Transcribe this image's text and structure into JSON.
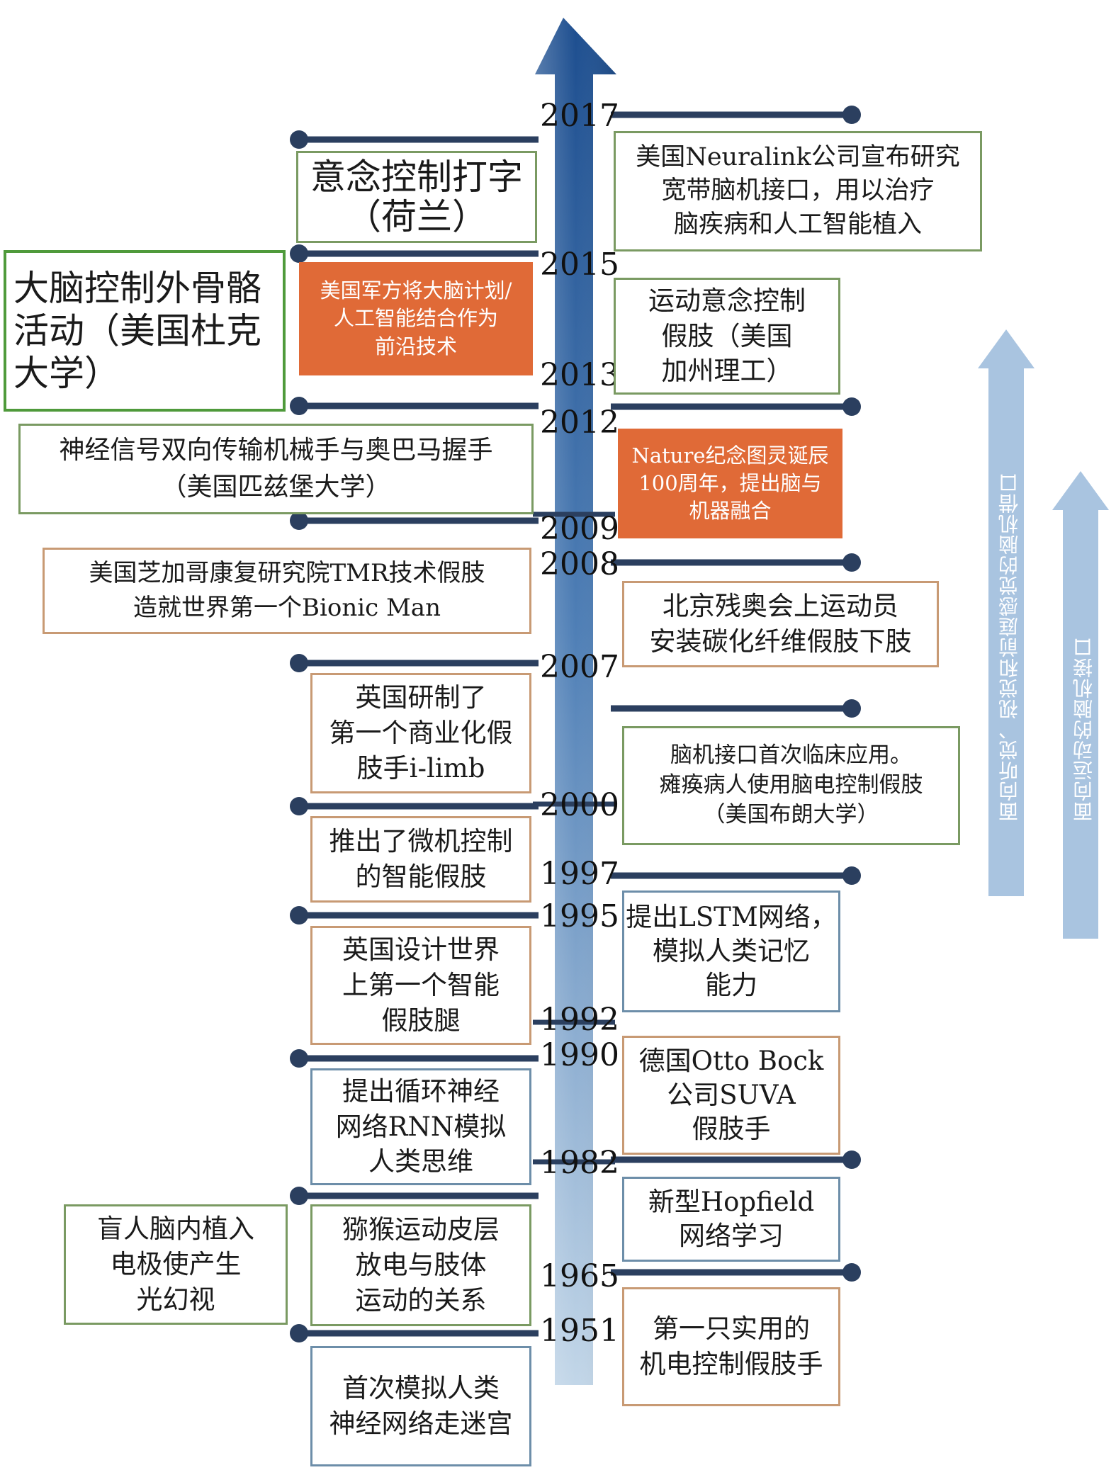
{
  "colors": {
    "main_arrow_dark": "#1d4e8f",
    "main_arrow_light": "#b7cfe4",
    "connector": "#2b3f5f",
    "side_arrow": "#a9c4e0",
    "orange_box": "#e06a37",
    "green_border": "#7a9a62",
    "tan_border": "#c89a74",
    "blue_border": "#6d8ea9"
  },
  "years": [
    "2017",
    "2015",
    "2013",
    "2012",
    "2009",
    "2008",
    "2007",
    "2000",
    "1997",
    "1995",
    "1992",
    "1990",
    "1982",
    "1965",
    "1951"
  ],
  "events": {
    "typing": "意念控制打字\n（荷兰）",
    "exoskeleton": "大脑控制外骨骼\n活动（美国杜克\n大学）",
    "military": "美国军方将大脑计划/\n人工智能结合作为\n前沿技术",
    "pittsburgh": "神经信号双向传输机械手与奥巴马握手\n（美国匹兹堡大学）",
    "tmr": "美国芝加哥康复研究院TMR技术假肢\n造就世界第一个Bionic Man",
    "ilimb": "英国研制了\n第一个商业化假\n肢手i-limb",
    "microcontrol": "推出了微机控制\n的智能假肢",
    "smartleg": "英国设计世界\n上第一个智能\n假肢腿",
    "rnn": "提出循环神经\n网络RNN模拟\n人类思维",
    "monkey": "猕猴运动皮层\n放电与肢体\n运动的关系",
    "blind": "盲人脑内植入\n电极使产生\n光幻视",
    "maze": "首次模拟人类\n神经网络走迷宫",
    "neuralink": "美国Neuralink公司宣布研究\n宽带脑机接口，用以治疗\n脑疾病和人工智能植入",
    "caltech": "运动意念控制\n假肢（美国\n加州理工）",
    "nature": "Nature纪念图灵诞辰\n100周年，提出脑与\n机器融合",
    "paralympics": "北京残奥会上运动员\n安装碳化纤维假肢下肢",
    "clinical": "脑机接口首次临床应用。\n瘫痪病人使用脑电控制假肢\n（美国布朗大学）",
    "lstm": "提出LSTM网络，\n模拟人类记忆\n能力",
    "ottobock": "德国Otto Bock\n公司SUVA\n假肢手",
    "hopfield": "新型Hopfield\n网络学习",
    "firsthand": "第一只实用的\n机电控制假肢手"
  },
  "side_arrows": {
    "outer": "面向听觉、视觉和前庭感觉的脑机借口",
    "inner": "面向运动的脑机接口"
  }
}
